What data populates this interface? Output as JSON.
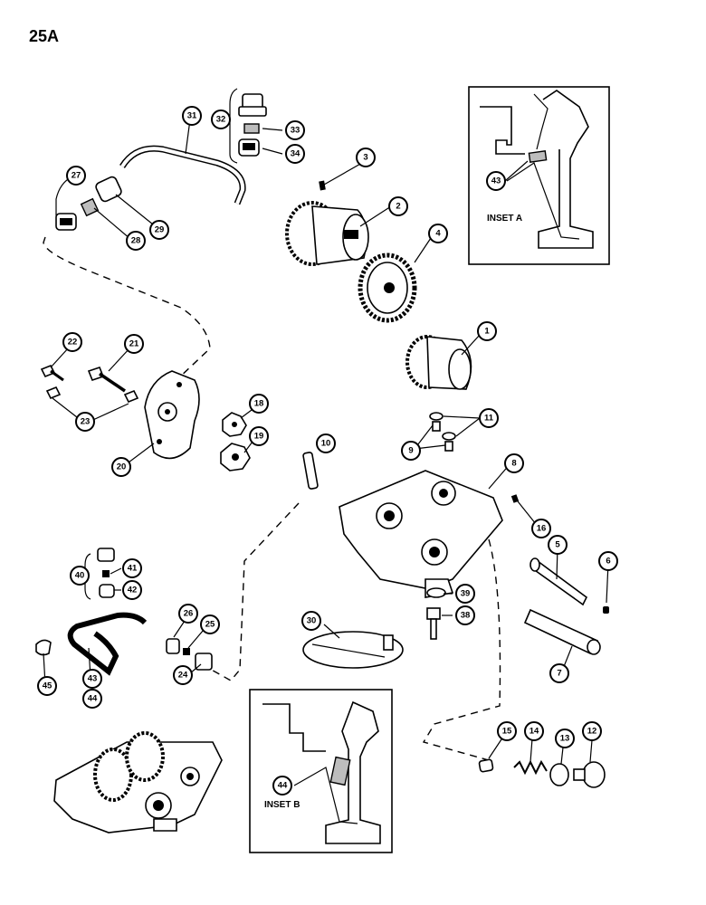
{
  "page": {
    "label": "25A"
  },
  "insets": [
    {
      "id": "a",
      "label": "INSET A",
      "callout": "43"
    },
    {
      "id": "b",
      "label": "INSET B",
      "callout": "44"
    }
  ],
  "callouts": [
    "1",
    "2",
    "3",
    "4",
    "5",
    "6",
    "7",
    "8",
    "9",
    "10",
    "11",
    "12",
    "13",
    "14",
    "15",
    "16",
    "18",
    "19",
    "20",
    "21",
    "22",
    "23",
    "24",
    "25",
    "26",
    "27",
    "28",
    "29",
    "30",
    "31",
    "32",
    "33",
    "34",
    "38",
    "39",
    "40",
    "41",
    "42",
    "43",
    "44",
    "45"
  ]
}
